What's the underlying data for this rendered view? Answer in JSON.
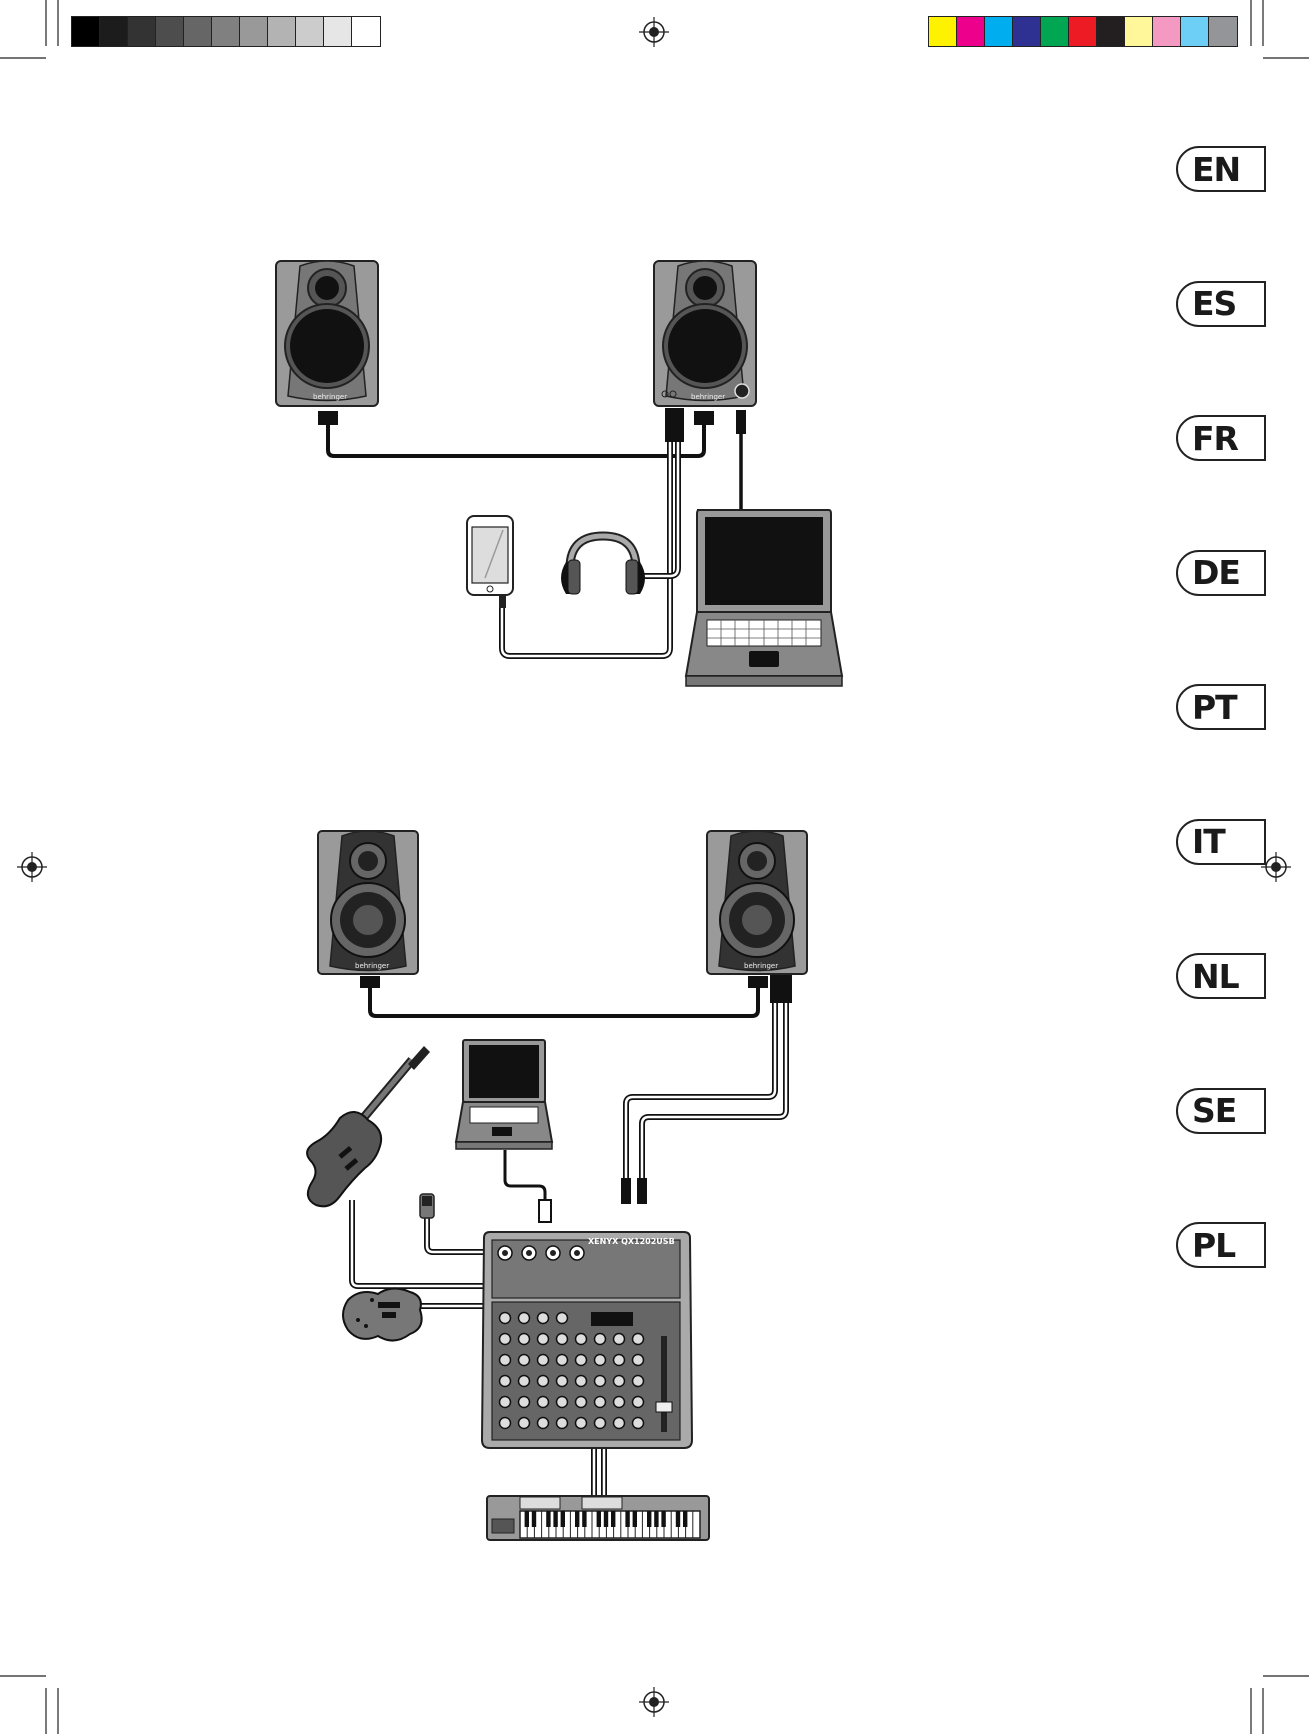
{
  "calibration": {
    "gray_swatches": [
      "#000000",
      "#1c1c1c",
      "#333333",
      "#4d4d4d",
      "#666666",
      "#808080",
      "#999999",
      "#b3b3b3",
      "#cccccc",
      "#e6e6e6",
      "#ffffff"
    ],
    "color_swatches": [
      "#fff200",
      "#ec008c",
      "#00aeef",
      "#2e3192",
      "#00a651",
      "#ed1c24",
      "#231f20",
      "#fff799",
      "#f49ac2",
      "#6dcff6",
      "#939598"
    ]
  },
  "language_tabs": [
    {
      "code": "EN"
    },
    {
      "code": "ES"
    },
    {
      "code": "FR"
    },
    {
      "code": "DE"
    },
    {
      "code": "PT"
    },
    {
      "code": "IT"
    },
    {
      "code": "NL"
    },
    {
      "code": "SE"
    },
    {
      "code": "PL"
    }
  ],
  "diagram1": {
    "speaker_brand": "behringer"
  },
  "diagram2": {
    "speaker_brand": "behringer",
    "mixer_label": "XENYX QX1202USB"
  },
  "icons": {
    "registration": "registration-mark-icon"
  }
}
